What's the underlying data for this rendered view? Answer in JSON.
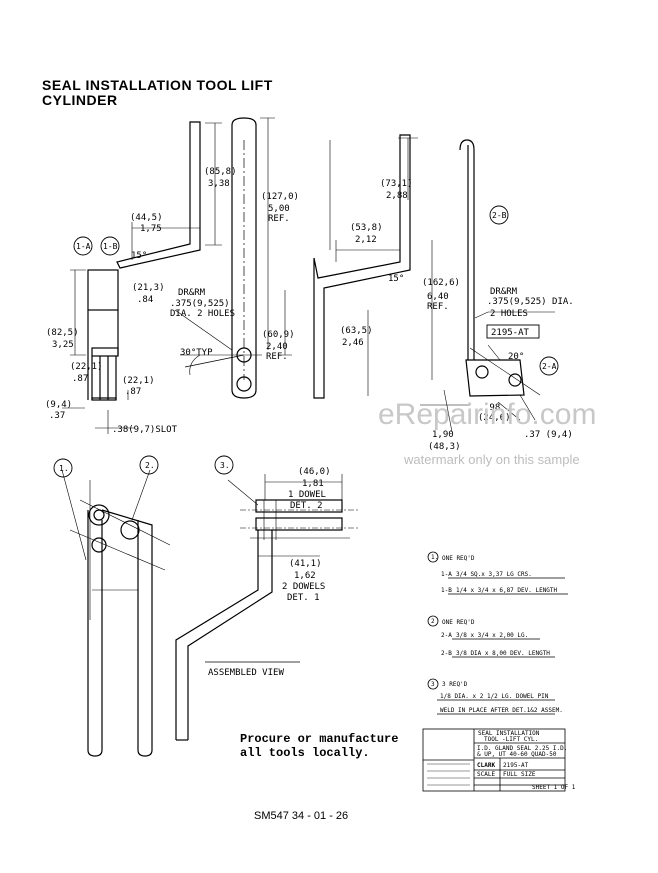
{
  "title": {
    "line1": "SEAL INSTALLATION TOOL LIFT",
    "line2": "CYLINDER"
  },
  "fig1": {
    "d_85_8": "(85,8)",
    "d_3_38": "3,38",
    "d_127_0": "(127,0)",
    "d_5_00": "5,00",
    "d_ref": "REF.",
    "d_44_5": "(44,5)",
    "d_1_75": "1,75",
    "d_15deg": "15°",
    "c_1a": "1-A",
    "c_1b": "1-B",
    "d_21_3": "(21,3)",
    "d_84": ".84",
    "drm": "DR&RM",
    "drm_dim": ".375(9,525)",
    "drm_holes": "DIA. 2 HOLES",
    "d_82_5": "(82,5)",
    "d_3_25": "3,25",
    "d_60_9": "(60,9)",
    "d_2_40": "2,40",
    "d_ref2": "REF.",
    "d_30": "30°TYP",
    "d_22_1a": "(22,1)",
    "d_87a": ".87",
    "d_22_1b": "(22,1)",
    "d_87b": ".87",
    "d_9_4": "(9,4)",
    "d_37": ".37",
    "slot": ".38(9,7)SLOT"
  },
  "fig2": {
    "d_73_1": "(73,1)",
    "d_2_88": "2,88",
    "d_53_8": "(53,8)",
    "d_2_12": "2,12",
    "d_15deg": "15°",
    "d_63_5": "(63,5)",
    "d_2_46": "2,46",
    "d_162_6": "(162,6)",
    "d_6_40": "6,40",
    "d_ref": "REF.",
    "drm": "DR&RM",
    "drm_dim": ".375(9,525) DIA.",
    "drm_holes": "2 HOLES",
    "c_2b": "2-B",
    "c_2a": "2-A",
    "part": "2195-AT",
    "d_20": "20°",
    "d_98": ".98",
    "d_24_6": "(24,6)",
    "d_1_90": "1,90",
    "d_48_3": "(48,3)",
    "d_37": ".37 (9,4)"
  },
  "assembly": {
    "c1": "1.",
    "c2": "2.",
    "c3": "3.",
    "d_46_0": "(46,0)",
    "d_1_81": "1,81",
    "dowel1": "1 DOWEL",
    "det2": "DET. 2",
    "d_41_1": "(41,1)",
    "d_1_62": "1,62",
    "dowels2": "2 DOWELS",
    "det1": "DET. 1",
    "assembled": "ASSEMBLED VIEW"
  },
  "notes": {
    "n1": "1.",
    "n1_req": "ONE REQ'D",
    "n1a": "1-A",
    "n1a_text": "3/4 SQ.x 3,37 LG CRS.",
    "n1b": "1-B",
    "n1b_text": "1/4 x 3/4 x 6,87 DEV. LENGTH",
    "n2": "2",
    "n2_req": "ONE REQ'D",
    "n2a": "2-A",
    "n2a_text": "3/8 x 3/4 x 2,00 LG.",
    "n2b": "2-B",
    "n2b_text": "3/8 DIA x 8,00 DEV. LENGTH",
    "n3": "3",
    "n3_req": "3 REQ'D",
    "n3_text": "1/8 DIA. x 2 1/2 LG. DOWEL PIN",
    "n3_text2": "WELD IN PLACE AFTER DET.1&2 ASSEM."
  },
  "title_block": {
    "t1": "SEAL INSTALLATION",
    "t2": "TOOL -LIFT CYL.",
    "t3": "I.D. GLAND SEAL 2.25 I.D.",
    "t4": "& UP, UT 40-60 QUAD-50",
    "brand": "CLARK",
    "part": "2195-AT",
    "scale": "SCALE",
    "full": "FULL SIZE",
    "sheet": "SHEET 1 OF 1"
  },
  "watermark": {
    "line1": "eRepairinfo.com",
    "line2": "watermark only on this sample"
  },
  "procure": {
    "line1": "Procure or manufacture",
    "line2": "all tools locally."
  },
  "footer": {
    "code": "SM547 34 - 01 - 26"
  }
}
